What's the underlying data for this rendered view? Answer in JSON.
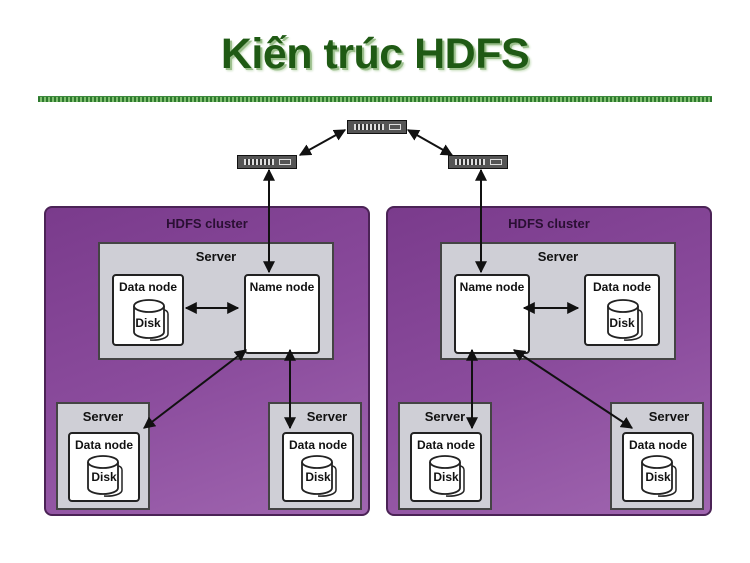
{
  "title": "Kiến trúc HDFS",
  "clusters": [
    {
      "label": "HDFS cluster",
      "main_server": {
        "label": "Server",
        "name_node": "Name node",
        "data_node": "Data node",
        "disk": "Disk"
      },
      "server_a": {
        "label": "Server",
        "data_node": "Data node",
        "disk": "Disk"
      },
      "server_b": {
        "label": "Server",
        "data_node": "Data node",
        "disk": "Disk"
      }
    },
    {
      "label": "HDFS cluster",
      "main_server": {
        "label": "Server",
        "name_node": "Name node",
        "data_node": "Data node",
        "disk": "Disk"
      },
      "server_a": {
        "label": "Server",
        "data_node": "Data node",
        "disk": "Disk"
      },
      "server_b": {
        "label": "Server",
        "data_node": "Data node",
        "disk": "Disk"
      }
    }
  ],
  "colors": {
    "title": "#1f5a14",
    "cluster": "#7a3b8c",
    "server": "#cfcfd6"
  }
}
